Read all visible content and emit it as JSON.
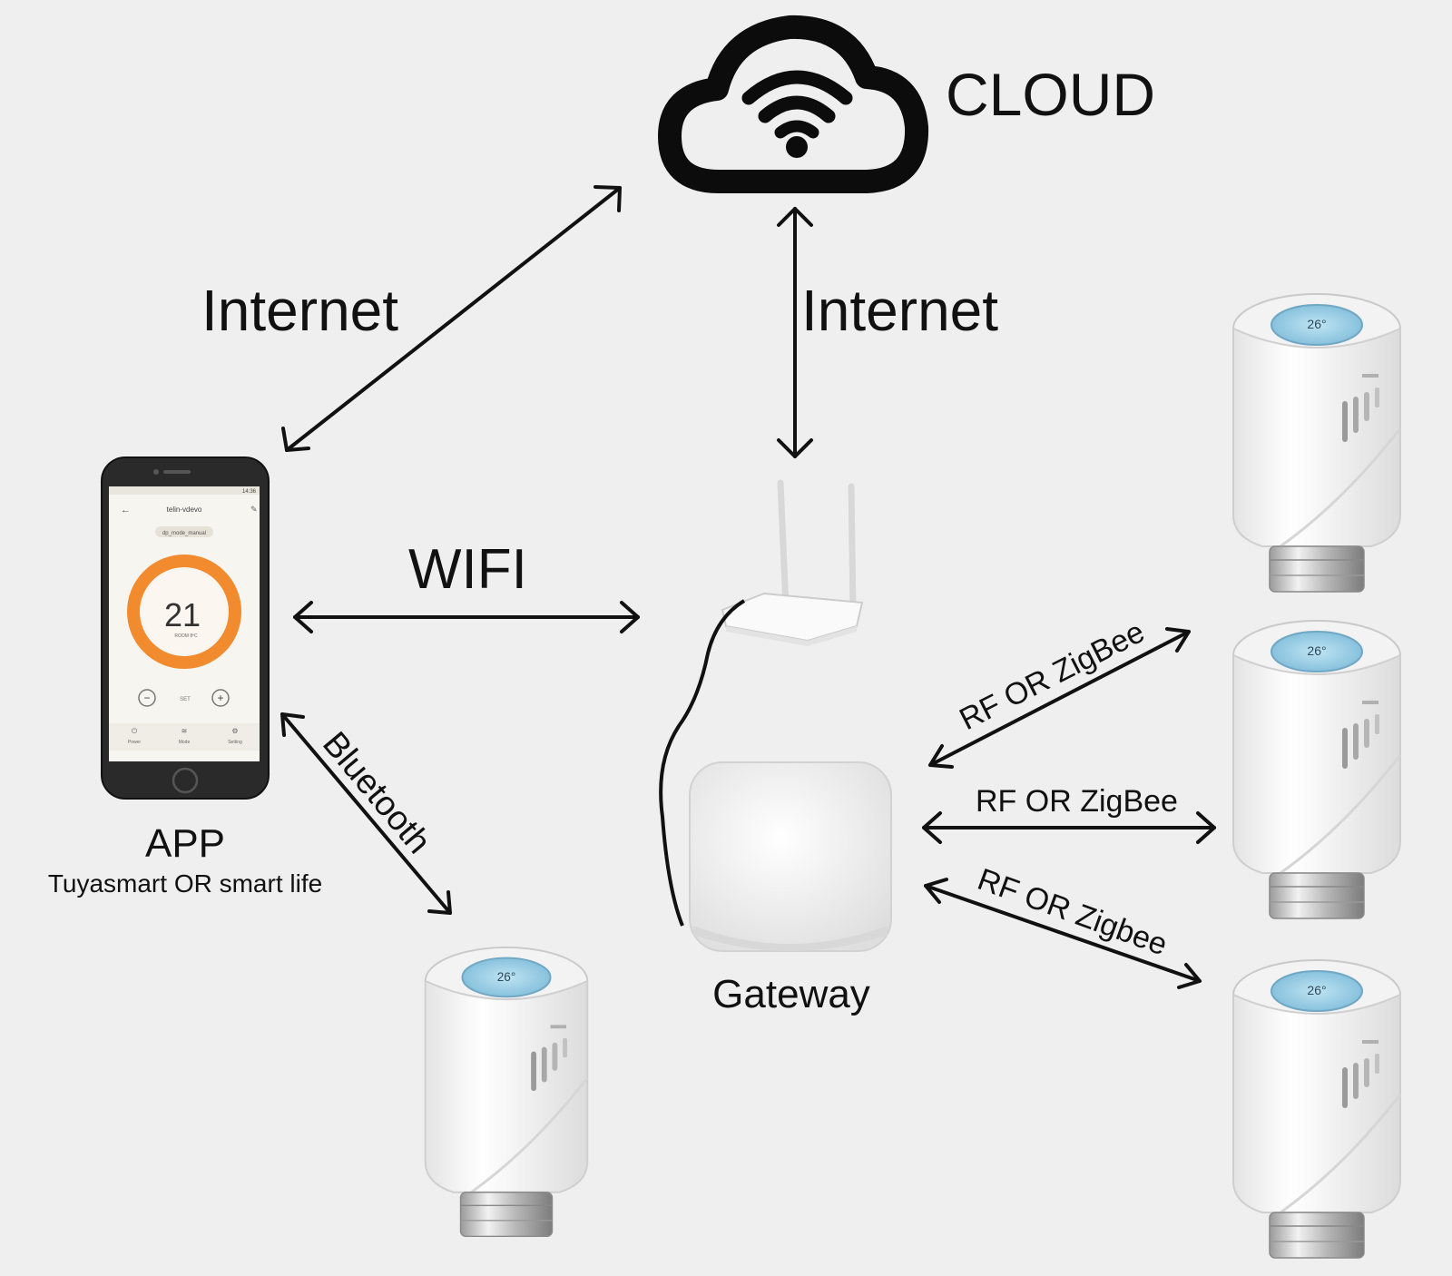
{
  "cloud": {
    "label": "CLOUD",
    "icon": "cloud-wifi-icon"
  },
  "links": {
    "app_cloud": "Internet",
    "router_cloud": "Internet",
    "app_router": "WIFI",
    "app_trv": "Bluetooth",
    "gateway_trv1": "RF OR ZigBee",
    "gateway_trv2": "RF OR ZigBee",
    "gateway_trv3": "RF OR Zigbee"
  },
  "app": {
    "label": "APP",
    "sublabel": "Tuyasmart OR smart life",
    "screen": {
      "title": "telin-vdevo",
      "mode": "dp_mode_manual",
      "temperature": "21",
      "temp_caption": "ROOM 8ºC",
      "set_label": "SET",
      "minus": "−",
      "plus": "+",
      "nav": [
        "Power",
        "Mode",
        "Setting"
      ],
      "status_time": "14:36"
    }
  },
  "gateway": {
    "label": "Gateway"
  },
  "colors": {
    "accent": "#f07a1e",
    "lcd": "#8fc7e0",
    "line": "#111111"
  }
}
